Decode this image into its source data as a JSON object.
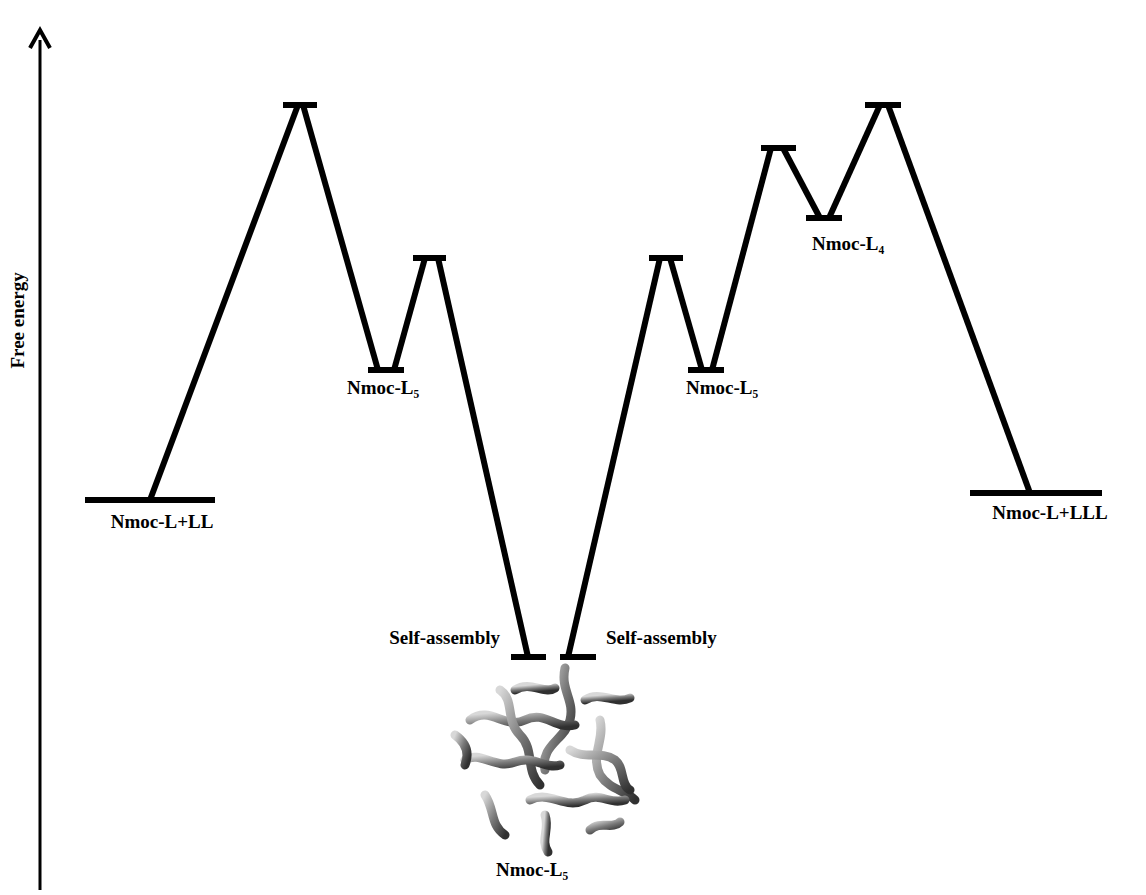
{
  "diagram": {
    "labels": [
      "Free energy",
      "Nmoc-L+LL",
      "Nmoc-L₅",
      "Self-assembly",
      "Self-assembly",
      "Nmoc-L₅",
      "Nmoc-L₅",
      "Nmoc-L₄",
      "Nmoc-L+LLL"
    ]
  }
}
